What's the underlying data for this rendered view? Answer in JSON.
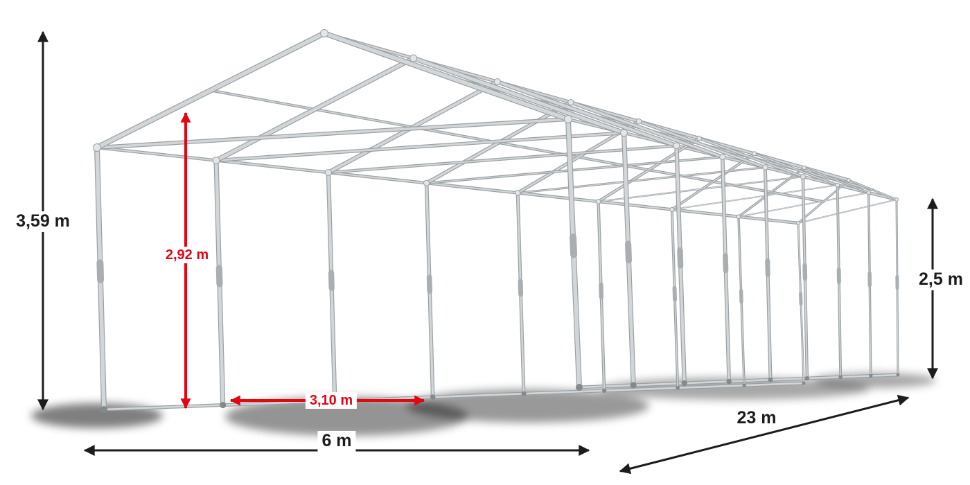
{
  "dimensions": {
    "total_height": "3,59 m",
    "clearance_height": "2,92 m",
    "entrance_width": "3,10 m",
    "width": "6 m",
    "length": "23 m",
    "side_height": "2,5 m"
  },
  "colors": {
    "background": "#ffffff",
    "frame_light": "#d3d6d8",
    "frame_dark": "#9aa0a3",
    "frame_joint": "#a9aeb1",
    "arrow_black": "#1c1c1c",
    "accent_red": "#e30613",
    "shadow": "#0a0a0a"
  }
}
